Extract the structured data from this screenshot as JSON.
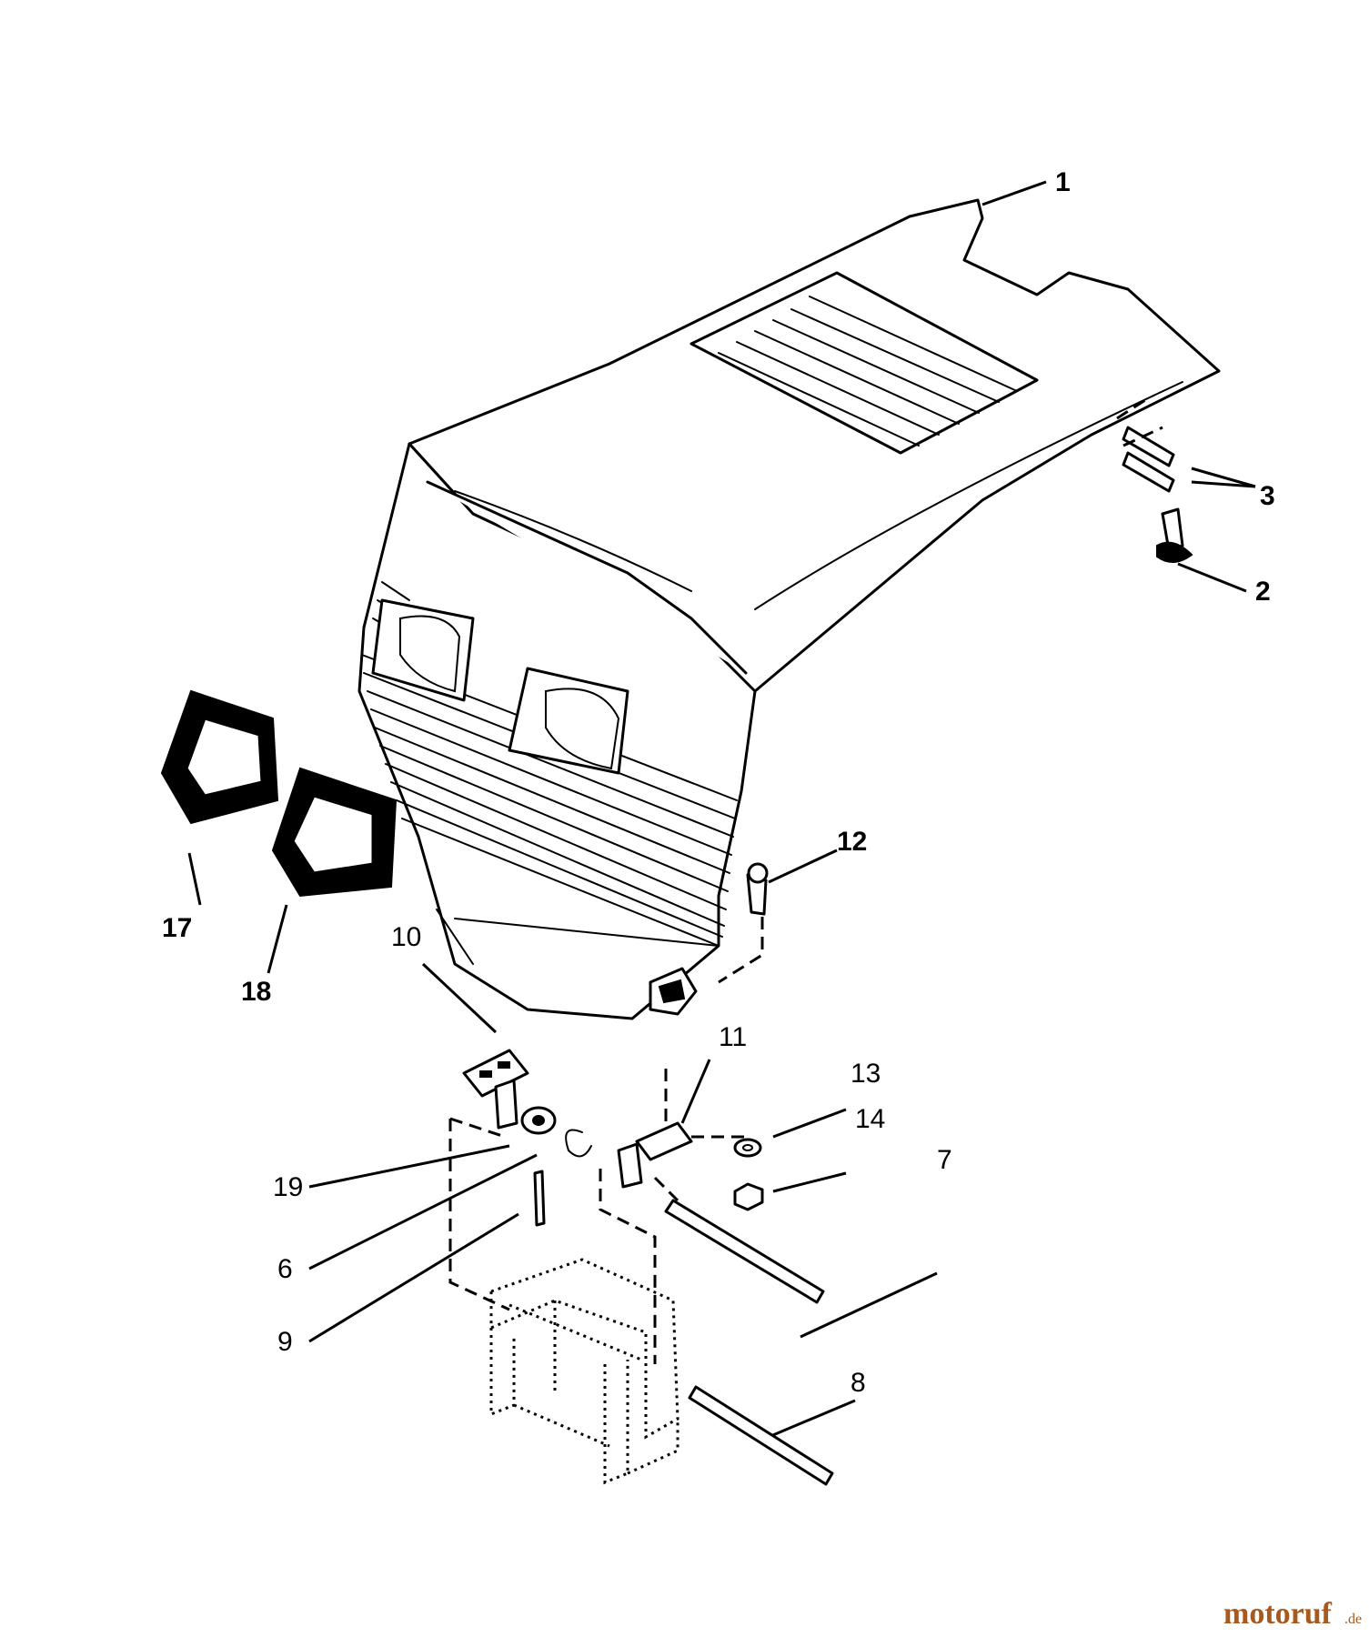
{
  "callouts": [
    {
      "id": "1",
      "text": "1"
    },
    {
      "id": "2",
      "text": "2"
    },
    {
      "id": "3",
      "text": "3"
    },
    {
      "id": "6",
      "text": "6"
    },
    {
      "id": "7",
      "text": "7"
    },
    {
      "id": "8",
      "text": "8"
    },
    {
      "id": "9",
      "text": "9"
    },
    {
      "id": "10",
      "text": "10"
    },
    {
      "id": "11",
      "text": "11"
    },
    {
      "id": "12",
      "text": "12"
    },
    {
      "id": "13",
      "text": "13"
    },
    {
      "id": "14",
      "text": "14"
    },
    {
      "id": "17",
      "text": "17"
    },
    {
      "id": "18",
      "text": "18"
    },
    {
      "id": "19",
      "text": "19"
    }
  ],
  "watermark": {
    "brand": "motoruf",
    "suffix": ".de",
    "color": "#a85a1e"
  }
}
